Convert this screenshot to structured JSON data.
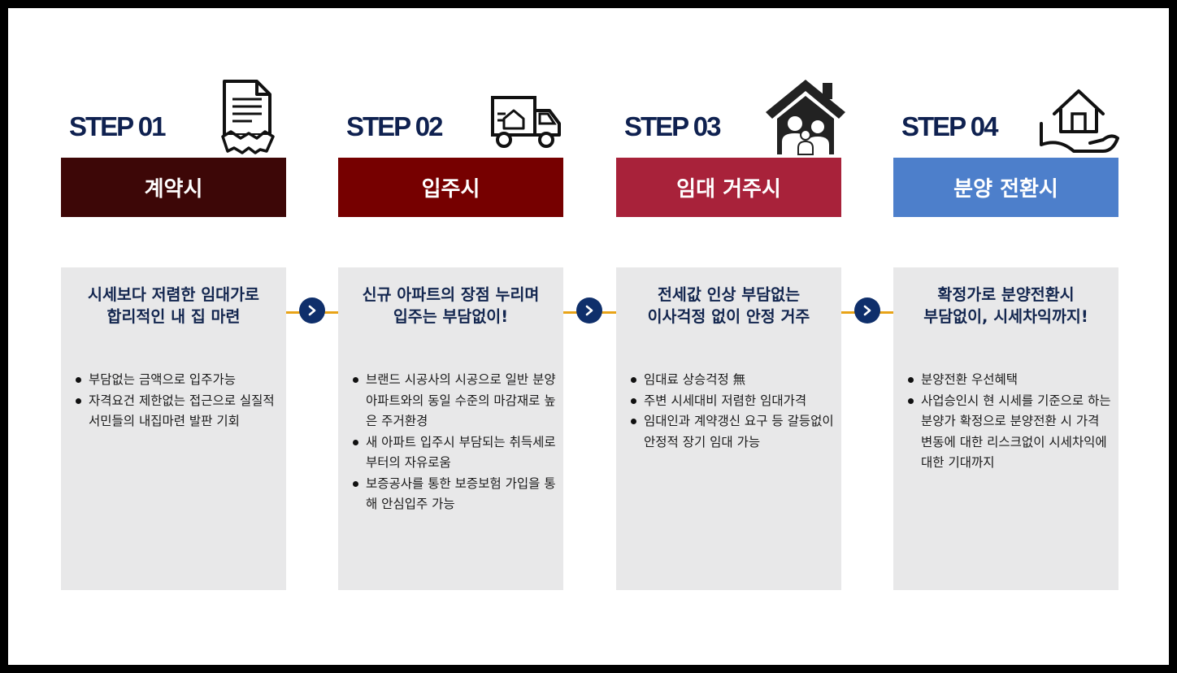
{
  "steps": [
    {
      "title": "STEP 01",
      "icon": "contract-handshake-icon",
      "phase": "계약시",
      "phase_color": "#3d0707",
      "headline": [
        "시세보다 저렴한 임대가로",
        "합리적인 내 집 마련"
      ],
      "bullets": [
        "부담없는 금액으로 입주가능",
        "자격요건 제한없는 접근으로 실질적 서민들의 내집마련 발판 기회"
      ]
    },
    {
      "title": "STEP 02",
      "icon": "moving-truck-icon",
      "phase": "입주시",
      "phase_color": "#760000",
      "headline": [
        "신규 아파트의 장점 누리며",
        "입주는 부담없이!"
      ],
      "bullets": [
        "브랜드 시공사의 시공으로 일반 분양아파트와의 동일 수준의 마감재로 높은 주거환경",
        "새 아파트 입주시 부담되는 취득세로부터의 자유로움",
        "보증공사를 통한 보증보험 가입을 통해 안심입주 가능"
      ]
    },
    {
      "title": "STEP 03",
      "icon": "family-house-icon",
      "phase": "임대 거주시",
      "phase_color": "#a8223a",
      "headline": [
        "전세값 인상 부담없는",
        "이사걱정 없이 안정 거주"
      ],
      "bullets": [
        "임대료 상승걱정 無",
        "주변 시세대비 저렴한 임대가격",
        "임대인과 계약갱신 요구 등 갈등없이 안정적 장기 임대 가능"
      ]
    },
    {
      "title": "STEP 04",
      "icon": "house-in-hand-icon",
      "phase": "분양 전환시",
      "phase_color": "#4d7fcb",
      "headline": [
        "확정가로 분양전환시",
        "부담없이, 시세차익까지!"
      ],
      "bullets": [
        "분양전환 우선혜택",
        "사업승인시 현 시세를 기준으로 하는 분양가 확정으로 분양전환 시 가격 변동에 대한 리스크없이 시세차익에 대한 기대까지"
      ]
    }
  ],
  "colors": {
    "title": "#0f2150",
    "connector": "#e8a317",
    "arrow": "#0f2f6b",
    "card": "#e8e8e9"
  }
}
